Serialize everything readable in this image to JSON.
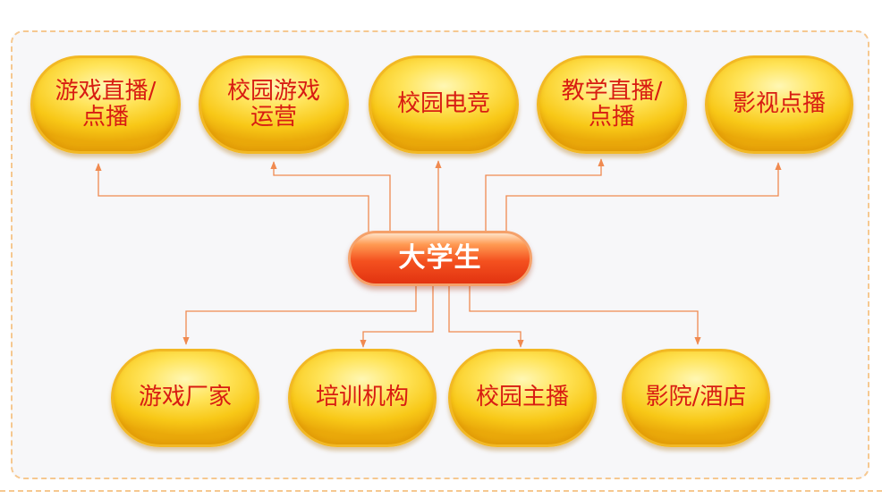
{
  "diagram": {
    "center": {
      "label": "大学生"
    },
    "top_nodes": [
      {
        "label": "游戏直播/\n点播"
      },
      {
        "label": "校园游戏\n运营"
      },
      {
        "label": "校园电竞"
      },
      {
        "label": "教学直播/\n点播"
      },
      {
        "label": "影视点播"
      }
    ],
    "bottom_nodes": [
      {
        "label": "游戏厂家"
      },
      {
        "label": "培训机构"
      },
      {
        "label": "校园主播"
      },
      {
        "label": "影院/酒店"
      }
    ]
  },
  "colors": {
    "connector": "#f08a50",
    "node_text": "#d81c12",
    "frame_border": "#f6c890",
    "frame_bg": "#f7f7f9"
  }
}
